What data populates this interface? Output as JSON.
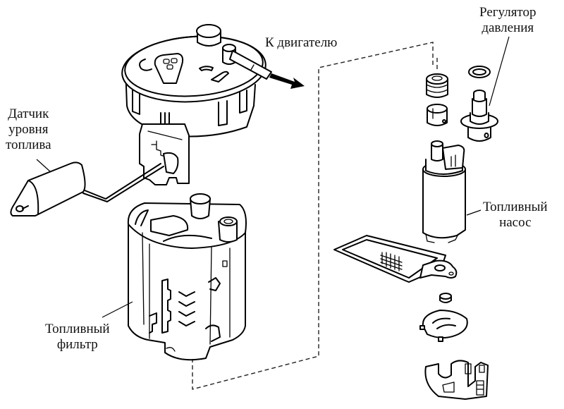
{
  "diagram": {
    "type": "exploded-view",
    "subject": "fuel pump module assembly",
    "labels": {
      "to_engine": "К двигателю",
      "pressure_regulator": [
        "Регулятор",
        "давления"
      ],
      "fuel_level_sensor": [
        "Датчик",
        "уровня",
        "топлива"
      ],
      "fuel_pump": [
        "Топливный",
        "насос"
      ],
      "fuel_filter": [
        "Топливный",
        "фильтр"
      ]
    },
    "parts": [
      {
        "id": "pump-module-cover",
        "name": "Pump module cover with connector and outlet"
      },
      {
        "id": "fuel-level-sensor",
        "name": "Fuel level sensor (float and arm)"
      },
      {
        "id": "fuel-filter",
        "name": "Fuel filter housing"
      },
      {
        "id": "pressure-regulator",
        "name": "Pressure regulator"
      },
      {
        "id": "regulator-seal",
        "name": "O-ring"
      },
      {
        "id": "grommet",
        "name": "Grommet"
      },
      {
        "id": "cushion",
        "name": "Cushion rubber"
      },
      {
        "id": "fuel-pump",
        "name": "Fuel pump"
      },
      {
        "id": "suction-filter",
        "name": "Fuel suction filter (strainer)"
      },
      {
        "id": "washer",
        "name": "Washer"
      },
      {
        "id": "retainer",
        "name": "Retainer"
      },
      {
        "id": "pump-bracket",
        "name": "Pump bracket"
      }
    ],
    "arrow": {
      "direction": "to-engine",
      "label_ref": "to_engine"
    }
  }
}
